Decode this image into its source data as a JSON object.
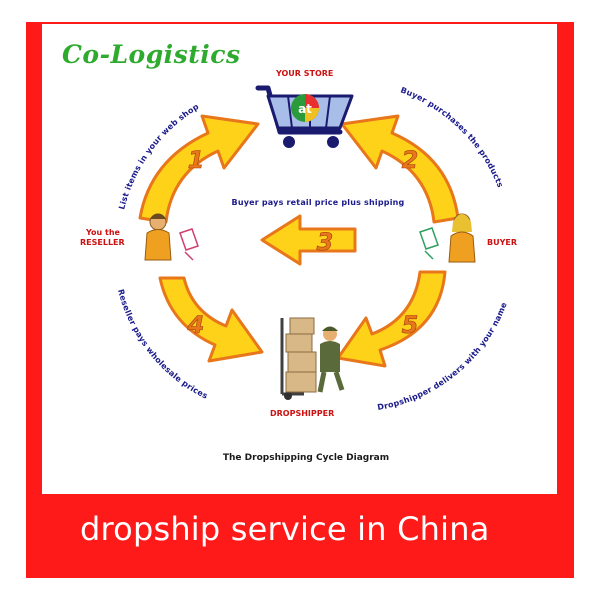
{
  "brand": "Co-Logistics",
  "banner": "dropship service in China",
  "diagram": {
    "title": "The Dropshipping Cycle Diagram",
    "nodes": {
      "store": "YOUR STORE",
      "reseller_line1": "You the",
      "reseller_line2": "RESELLER",
      "buyer": "BUYER",
      "dropshipper": "DROPSHIPPER"
    },
    "store_logo": "at",
    "steps": [
      {
        "number": "1",
        "label": "List items in your web shop"
      },
      {
        "number": "2",
        "label": "Buyer purchases the products"
      },
      {
        "number": "3",
        "label": "Buyer pays retail price plus shipping"
      },
      {
        "number": "4",
        "label": "Reseller pays wholesale prices"
      },
      {
        "number": "5",
        "label": "Dropshipper delivers with your name"
      }
    ],
    "icons": [
      "cart-icon",
      "reseller-person-icon",
      "buyer-person-icon",
      "dropshipper-worker-icon"
    ]
  },
  "colors": {
    "border": "#ff1a1a",
    "arrow_fill": "#ffd21a",
    "arrow_stroke": "#e8761a",
    "text_dark": "#1a1a8c",
    "label_red": "#cc1111",
    "brand_green": "#2eaa2e"
  }
}
